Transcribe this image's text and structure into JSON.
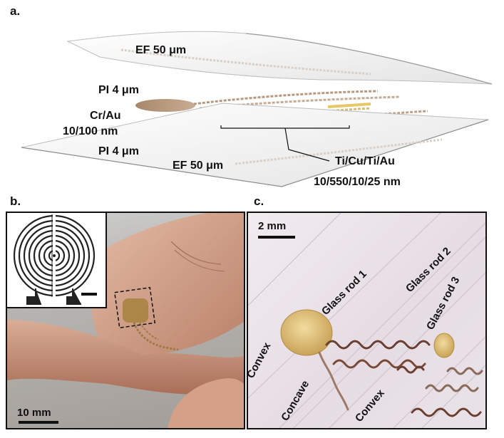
{
  "panels": {
    "a": {
      "label": "a.",
      "layers": {
        "ef_top": "EF 50 μm",
        "pi_top": "PI 4 μm",
        "cr_au_1": "Cr/Au",
        "cr_au_2": "10/100 nm",
        "pi_bottom": "PI 4 μm",
        "ef_bottom": "EF 50 μm",
        "ti_cu_1": "Ti/Cu/Ti/Au",
        "ti_cu_2": "10/550/10/25 nm"
      }
    },
    "b": {
      "label": "b.",
      "scale": "10 mm"
    },
    "c": {
      "label": "c.",
      "scale": "2 mm",
      "rods": [
        "Glass rod 1",
        "Glass rod 2",
        "Glass rod 3"
      ],
      "shapes": [
        "Convex",
        "Concave",
        "Convex"
      ]
    }
  },
  "colors": {
    "gold": "#e6c77a",
    "polyimide": "#9c7c5c",
    "skin": "#c99a80"
  }
}
